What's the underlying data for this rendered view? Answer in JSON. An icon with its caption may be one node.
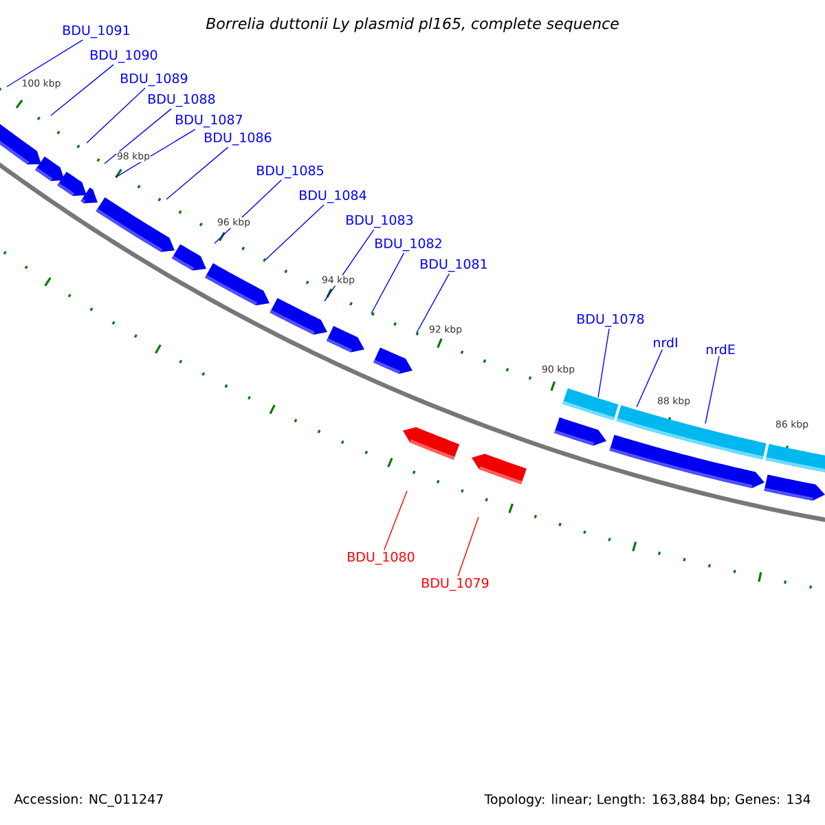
{
  "diagram": {
    "title": "Borrelia duttonii Ly plasmid pl165, complete sequence",
    "nodes": [
      {
        "text": [
          "BDU_1091"
        ]
      },
      {
        "text": [
          "BDU_1090"
        ]
      },
      {
        "text": [
          "BDU_1089"
        ]
      },
      {
        "text": [
          "BDU_1088"
        ]
      },
      {
        "text": [
          "BDU_1087"
        ]
      },
      {
        "text": [
          "BDU_1086"
        ]
      },
      {
        "text": [
          "BDU_1085"
        ]
      },
      {
        "text": [
          "BDU_1084"
        ]
      },
      {
        "text": [
          "BDU_1083"
        ]
      },
      {
        "text": [
          "BDU_1082"
        ]
      },
      {
        "text": [
          "BDU_1081"
        ]
      },
      {
        "text": [
          "BDU_1078"
        ]
      },
      {
        "text": [
          "nrdI"
        ]
      },
      {
        "text": [
          "nrdE"
        ]
      },
      {
        "text": [
          "BDU_1080"
        ]
      },
      {
        "text": [
          "BDU_1079"
        ]
      }
    ],
    "edges": [
      {
        "from": 0,
        "to": null,
        "arrow": "none"
      },
      {
        "from": 1,
        "to": null,
        "arrow": "none"
      },
      {
        "from": 2,
        "to": null,
        "arrow": "none"
      },
      {
        "from": 3,
        "to": null,
        "arrow": "none"
      },
      {
        "from": 4,
        "to": null,
        "arrow": "none"
      },
      {
        "from": 5,
        "to": null,
        "arrow": "none"
      },
      {
        "from": 6,
        "to": null,
        "arrow": "none"
      },
      {
        "from": 7,
        "to": null,
        "arrow": "none"
      },
      {
        "from": 8,
        "to": null,
        "arrow": "none"
      },
      {
        "from": 9,
        "to": null,
        "arrow": "none"
      },
      {
        "from": 10,
        "to": null,
        "arrow": "none"
      },
      {
        "from": 11,
        "to": null,
        "arrow": "none"
      },
      {
        "from": 12,
        "to": null,
        "arrow": "none"
      },
      {
        "from": 13,
        "to": null,
        "arrow": "none"
      },
      {
        "from": 14,
        "to": null,
        "arrow": "none",
        "color": "#ff0000"
      },
      {
        "from": 15,
        "to": null,
        "arrow": "none",
        "color": "#ff0000"
      }
    ],
    "labels": [
      "100 kbp",
      "98 kbp",
      "96 kbp",
      "94 kbp",
      "92 kbp",
      "90 kbp",
      "88 kbp",
      "86 kbp",
      "Accession: NC_011247",
      "Topology: linear; Length: 163,884 bp; Genes: 134"
    ]
  }
}
